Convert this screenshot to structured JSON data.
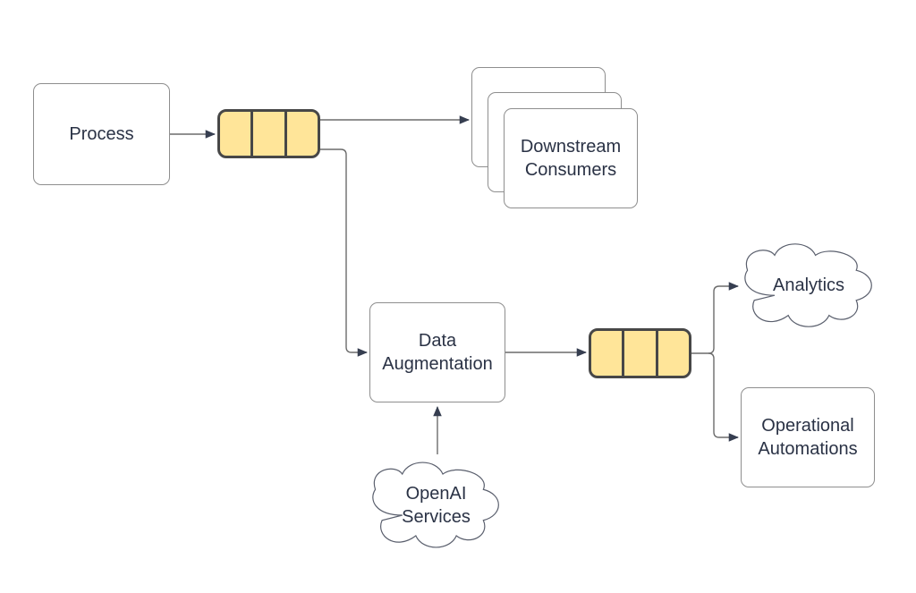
{
  "diagram": {
    "background": "#ffffff",
    "colors": {
      "node_fill": "#ffffff",
      "node_border": "#8e8e8e",
      "queue_fill": "#ffe599",
      "queue_border": "#474747",
      "cloud_border": "#5a5f6d",
      "connector": "#6b6b6b",
      "arrowhead": "#363e50",
      "text": "#2a3245"
    },
    "nodes": {
      "process": {
        "label": "Process",
        "shape": "rounded-rectangle"
      },
      "queue_1": {
        "shape": "queue",
        "segments": 3
      },
      "downstream_consumers": {
        "label": "Downstream Consumers",
        "shape": "stacked-rectangles",
        "stack_count": 3
      },
      "data_augmentation": {
        "label": "Data Augmentation",
        "shape": "rounded-rectangle"
      },
      "queue_2": {
        "shape": "queue",
        "segments": 3
      },
      "analytics": {
        "label": "Analytics",
        "shape": "cloud"
      },
      "operational_automations": {
        "label": "Operational Automations",
        "shape": "rounded-rectangle"
      },
      "openai_services": {
        "label": "OpenAI Services",
        "shape": "cloud"
      }
    },
    "edges": [
      {
        "from": "process",
        "to": "queue_1"
      },
      {
        "from": "queue_1",
        "to": "downstream_consumers"
      },
      {
        "from": "queue_1",
        "to": "data_augmentation"
      },
      {
        "from": "data_augmentation",
        "to": "queue_2"
      },
      {
        "from": "queue_2",
        "to": "analytics"
      },
      {
        "from": "queue_2",
        "to": "operational_automations"
      },
      {
        "from": "openai_services",
        "to": "data_augmentation"
      }
    ]
  }
}
